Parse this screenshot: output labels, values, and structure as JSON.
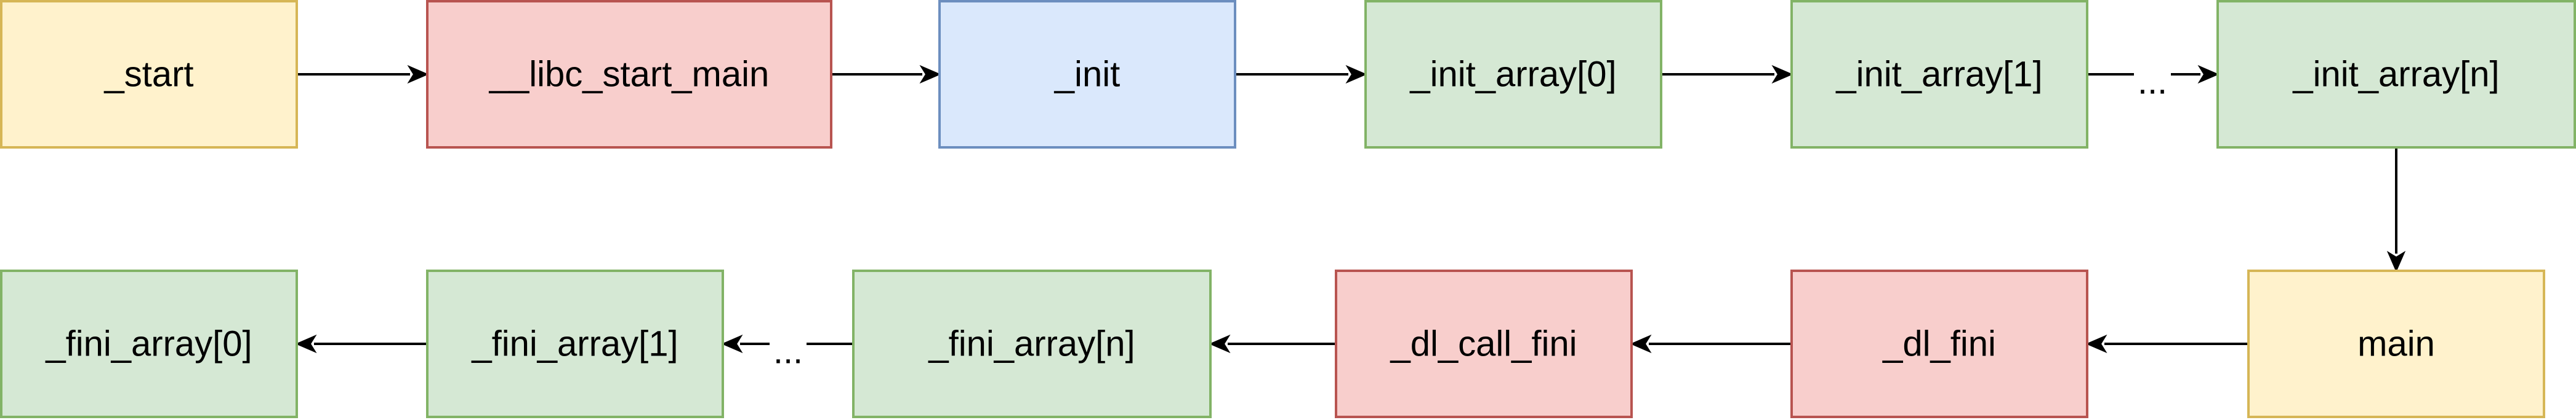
{
  "diagram": {
    "node_colors": {
      "yellow": {
        "fill": "#fff2cc",
        "stroke": "#d6b656"
      },
      "red": {
        "fill": "#f8cecc",
        "stroke": "#b85450"
      },
      "blue": {
        "fill": "#dae8fc",
        "stroke": "#6c8ebf"
      },
      "green": {
        "fill": "#d5e8d4",
        "stroke": "#82b366"
      }
    },
    "nodes": [
      {
        "id": "start",
        "label": "_start",
        "color": "yellow"
      },
      {
        "id": "libc_start_main",
        "label": "__libc_start_main",
        "color": "red"
      },
      {
        "id": "init",
        "label": "_init",
        "color": "blue"
      },
      {
        "id": "init_array_0",
        "label": "_init_array[0]",
        "color": "green"
      },
      {
        "id": "init_array_1",
        "label": "_init_array[1]",
        "color": "green"
      },
      {
        "id": "init_array_n",
        "label": "_init_array[n]",
        "color": "green"
      },
      {
        "id": "main",
        "label": "main",
        "color": "yellow"
      },
      {
        "id": "dl_fini",
        "label": "_dl_fini",
        "color": "red"
      },
      {
        "id": "dl_call_fini",
        "label": "_dl_call_fini",
        "color": "red"
      },
      {
        "id": "fini_array_n",
        "label": "_fini_array[n]",
        "color": "green"
      },
      {
        "id": "fini_array_1",
        "label": "_fini_array[1]",
        "color": "green"
      },
      {
        "id": "fini_array_0",
        "label": "_fini_array[0]",
        "color": "green"
      }
    ],
    "edges": [
      {
        "from": "start",
        "to": "libc_start_main",
        "label": ""
      },
      {
        "from": "libc_start_main",
        "to": "init",
        "label": ""
      },
      {
        "from": "init",
        "to": "init_array_0",
        "label": ""
      },
      {
        "from": "init_array_0",
        "to": "init_array_1",
        "label": ""
      },
      {
        "from": "init_array_1",
        "to": "init_array_n",
        "label": "..."
      },
      {
        "from": "init_array_n",
        "to": "main",
        "label": ""
      },
      {
        "from": "main",
        "to": "dl_fini",
        "label": ""
      },
      {
        "from": "dl_fini",
        "to": "dl_call_fini",
        "label": ""
      },
      {
        "from": "dl_call_fini",
        "to": "fini_array_n",
        "label": ""
      },
      {
        "from": "fini_array_n",
        "to": "fini_array_1",
        "label": "..."
      },
      {
        "from": "fini_array_1",
        "to": "fini_array_0",
        "label": ""
      }
    ]
  }
}
